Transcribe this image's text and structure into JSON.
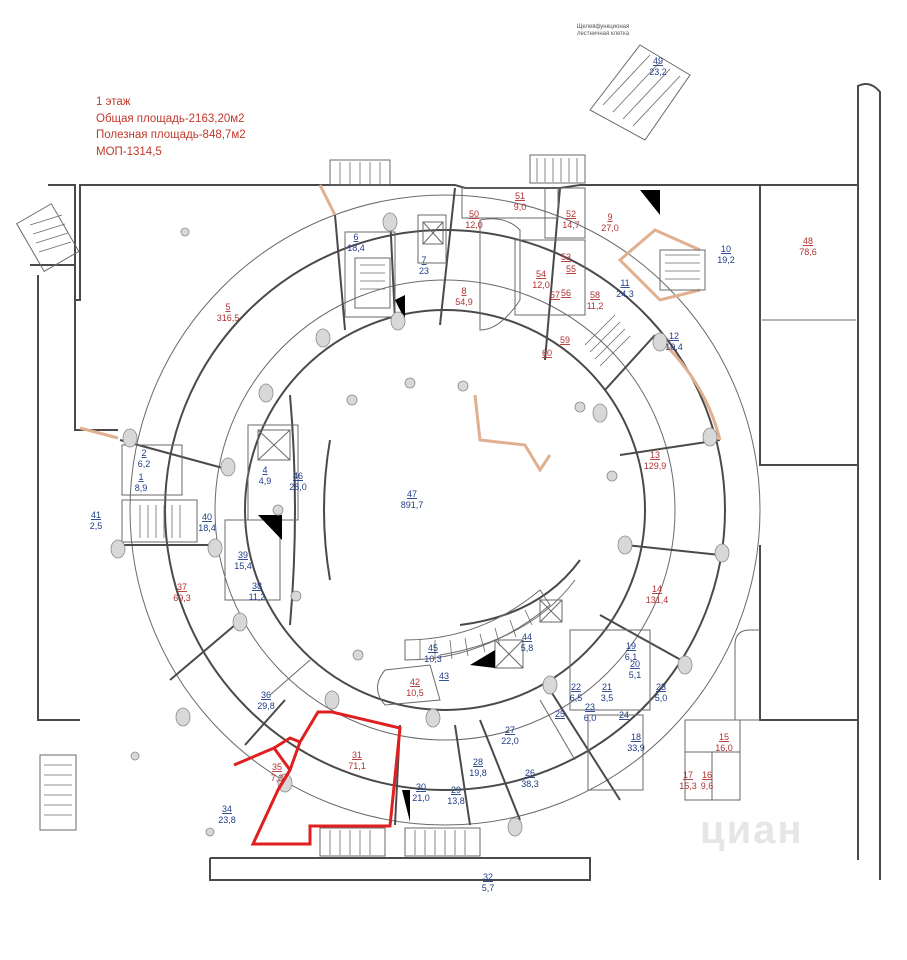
{
  "info": {
    "floor": "1 этаж",
    "total_area": "Общая площадь-2163,20м2",
    "useful_area": "Полезная площадь-848,7м2",
    "mop": "МОП-1314,5"
  },
  "top_note": [
    "Щелевфункционая",
    "лестничная клетка"
  ],
  "watermark": "циан",
  "rooms": [
    {
      "num": "1",
      "area": "8,9",
      "color": "blue"
    },
    {
      "num": "2",
      "area": "6,2",
      "color": "blue"
    },
    {
      "num": "4",
      "area": "4,9",
      "color": "blue"
    },
    {
      "num": "5",
      "area": "316,5",
      "color": "red"
    },
    {
      "num": "6",
      "area": "18,4",
      "color": "blue"
    },
    {
      "num": "7",
      "area": "23",
      "color": "blue"
    },
    {
      "num": "8",
      "area": "54,9",
      "color": "red"
    },
    {
      "num": "9",
      "area": "27,0",
      "color": "red"
    },
    {
      "num": "10",
      "area": "19,2",
      "color": "blue"
    },
    {
      "num": "11",
      "area": "24,3",
      "color": "blue"
    },
    {
      "num": "12",
      "area": "10,4",
      "color": "blue"
    },
    {
      "num": "13",
      "area": "129,9",
      "color": "red"
    },
    {
      "num": "14",
      "area": "131,4",
      "color": "red"
    },
    {
      "num": "15",
      "area": "16,0",
      "color": "red"
    },
    {
      "num": "16",
      "area": "9,6",
      "color": "red"
    },
    {
      "num": "17",
      "area": "15,3",
      "color": "red"
    },
    {
      "num": "18",
      "area": "33,9",
      "color": "blue"
    },
    {
      "num": "19",
      "area": "6,1",
      "color": "blue"
    },
    {
      "num": "20",
      "area": "5,1",
      "color": "blue"
    },
    {
      "num": "21",
      "area": "3,5",
      "color": "blue"
    },
    {
      "num": "22",
      "area": "6,5",
      "color": "blue"
    },
    {
      "num": "23",
      "area": "6,0",
      "color": "blue"
    },
    {
      "num": "23",
      "area": "5,0",
      "color": "blue"
    },
    {
      "num": "24",
      "area": "",
      "color": "blue"
    },
    {
      "num": "25",
      "area": "",
      "color": "blue"
    },
    {
      "num": "26",
      "area": "38,3",
      "color": "blue"
    },
    {
      "num": "27",
      "area": "22,0",
      "color": "blue"
    },
    {
      "num": "28",
      "area": "19,8",
      "color": "blue"
    },
    {
      "num": "29",
      "area": "13,8",
      "color": "blue"
    },
    {
      "num": "30",
      "area": "21,0",
      "color": "blue"
    },
    {
      "num": "31",
      "area": "71,1",
      "color": "red"
    },
    {
      "num": "32",
      "area": "5,7",
      "color": "blue"
    },
    {
      "num": "34",
      "area": "23,8",
      "color": "blue"
    },
    {
      "num": "35",
      "area": "7,3",
      "color": "red"
    },
    {
      "num": "36",
      "area": "29,8",
      "color": "blue"
    },
    {
      "num": "37",
      "area": "69,3",
      "color": "red"
    },
    {
      "num": "38",
      "area": "11,2",
      "color": "blue"
    },
    {
      "num": "39",
      "area": "15,4",
      "color": "blue"
    },
    {
      "num": "40",
      "area": "18,4",
      "color": "blue"
    },
    {
      "num": "41",
      "area": "2,5",
      "color": "blue"
    },
    {
      "num": "42",
      "area": "10,5",
      "color": "red"
    },
    {
      "num": "43",
      "area": "",
      "color": "blue"
    },
    {
      "num": "44",
      "area": "5,8",
      "color": "blue"
    },
    {
      "num": "45",
      "area": "10,3",
      "color": "blue"
    },
    {
      "num": "46",
      "area": "28,0",
      "color": "blue"
    },
    {
      "num": "47",
      "area": "891,7",
      "color": "blue"
    },
    {
      "num": "48",
      "area": "78,6",
      "color": "red"
    },
    {
      "num": "49",
      "area": "23,2",
      "color": "blue"
    },
    {
      "num": "50",
      "area": "12,0",
      "color": "red"
    },
    {
      "num": "51",
      "area": "9,0",
      "color": "red"
    },
    {
      "num": "52",
      "area": "14,7",
      "color": "red"
    },
    {
      "num": "53",
      "area": "",
      "color": "red"
    },
    {
      "num": "54",
      "area": "12,0",
      "color": "red"
    },
    {
      "num": "55",
      "area": "",
      "color": "red"
    },
    {
      "num": "56",
      "area": "",
      "color": "red"
    },
    {
      "num": "57",
      "area": "",
      "color": "red"
    },
    {
      "num": "58",
      "area": "11,2",
      "color": "red"
    },
    {
      "num": "59",
      "area": "",
      "color": "red"
    },
    {
      "num": "60",
      "area": "",
      "color": "red"
    }
  ],
  "colors": {
    "label_blue": "#1f3c88",
    "label_red": "#b03030",
    "highlight": "#e02020",
    "wall": "#4a4a4a"
  }
}
